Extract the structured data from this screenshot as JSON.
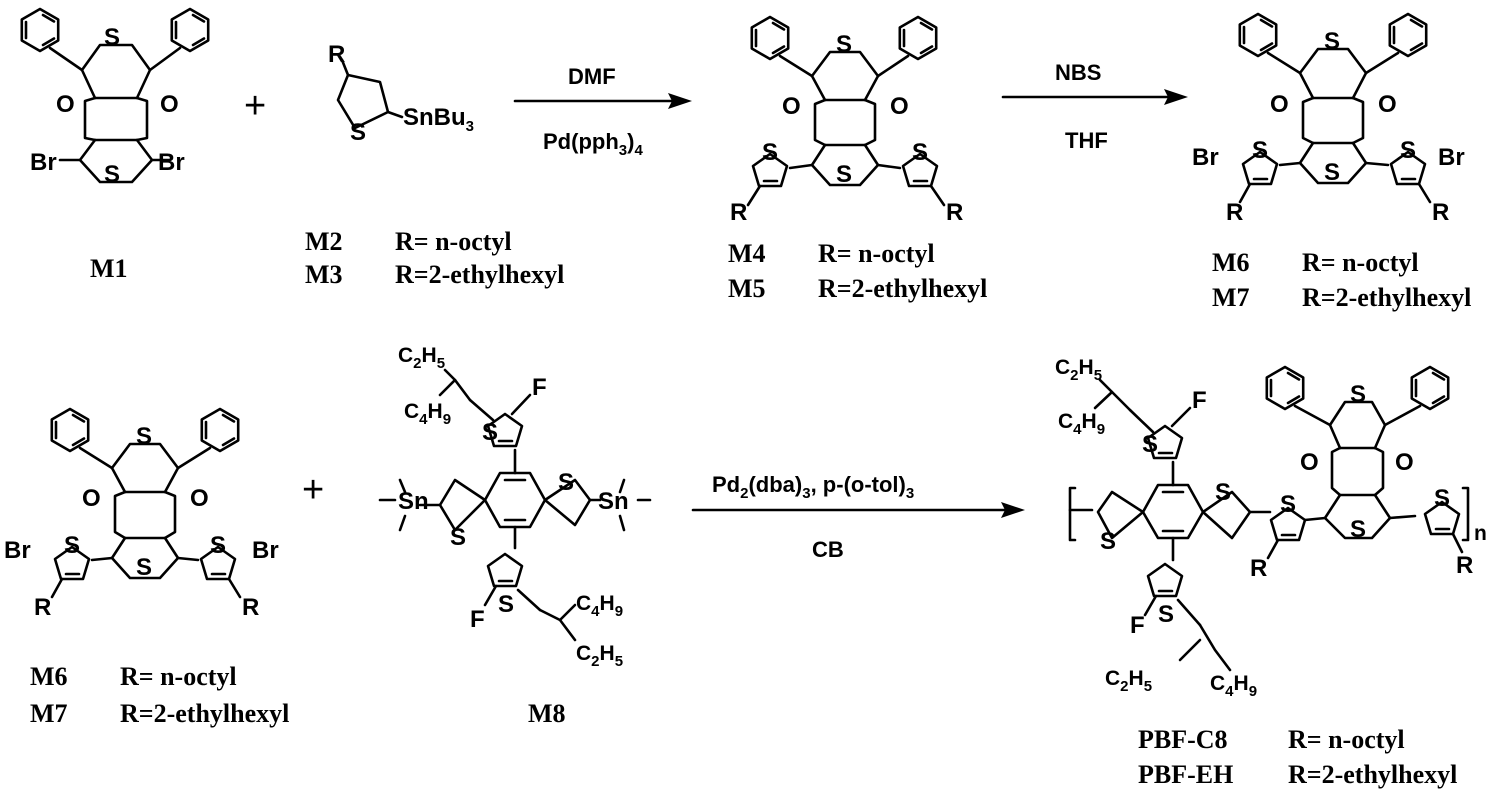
{
  "reaction1": {
    "conditions": {
      "above": "DMF",
      "below_main": "Pd(pph",
      "below_sub1": "3",
      "below_close": ")",
      "below_sub2": "4"
    },
    "labels": {
      "m1": "M1",
      "m2": "M2",
      "m2_r": "R= n-octyl",
      "m3": "M3",
      "m3_r": "R=2-ethylhexyl",
      "m4": "M4",
      "m4_r": "R= n-octyl",
      "m5": "M5",
      "m5_r": "R=2-ethylhexyl"
    }
  },
  "reaction2": {
    "conditions": {
      "above": "NBS",
      "below": "THF"
    },
    "labels": {
      "m6": "M6",
      "m6_r": "R= n-octyl",
      "m7": "M7",
      "m7_r": "R=2-ethylhexyl"
    }
  },
  "reaction3": {
    "conditions": {
      "above_a": "Pd",
      "above_a_sub": "2",
      "above_b": "(dba)",
      "above_b_sub": "3",
      "above_c": ", p-(o-tol)",
      "above_c_sub": "3",
      "below": "CB"
    },
    "labels": {
      "m6": "M6",
      "m6_r": "R= n-octyl",
      "m7": "M7",
      "m7_r": "R=2-ethylhexyl",
      "m8": "M8",
      "p1": "PBF-C8",
      "p1_r": "R= n-octyl",
      "p2": "PBF-EH",
      "p2_r": "R=2-ethylhexyl"
    }
  },
  "atoms": {
    "S": "S",
    "O": "O",
    "Br": "Br",
    "R": "R",
    "F": "F",
    "Sn": "Sn",
    "stannyl": "SnBu",
    "stannyl_sub": "3",
    "C": "C",
    "H": "H",
    "two": "2",
    "four": "4",
    "five": "5",
    "nine": "9",
    "n": "n"
  },
  "plus_sign": "+"
}
